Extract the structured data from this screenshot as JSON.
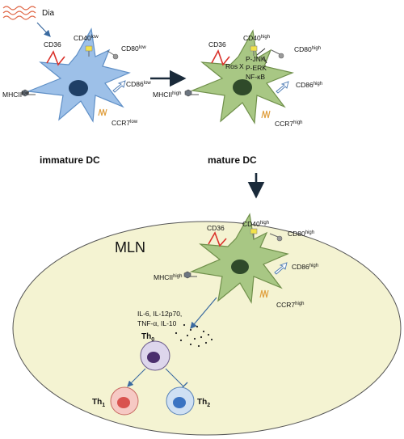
{
  "stimulus": {
    "label": "Dia",
    "wave_color": "#e06a4a"
  },
  "colors": {
    "immature_fill": "#9dc0e8",
    "immature_stroke": "#5f8fc6",
    "mature_fill": "#a8c784",
    "mature_stroke": "#6f8f4a",
    "nucleus": "#1f3f66",
    "mature_nucleus": "#2f4a2a",
    "mln_fill": "#f4f3d2",
    "mln_stroke": "#555555",
    "cd36": "#d9322b",
    "cd40": "#f2e24a",
    "ccr7": "#e0a040",
    "th0_fill": "#ddd6ec",
    "th0_nucleus": "#4b2f6e",
    "th1_fill": "#f6c9c4",
    "th1_nucleus": "#d9534f",
    "th2_fill": "#cfe0f3",
    "th2_nucleus": "#3a73c2"
  },
  "immature_dc": {
    "title": "immature DC",
    "cd36": "CD36",
    "cd40": "CD40",
    "cd40_sup": "low",
    "cd80": "CD80",
    "cd80_sup": "low",
    "cd86": "CD86",
    "cd86_sup": "low",
    "mhcii": "MHCII",
    "mhcii_sup": "low",
    "ccr7": "CCR7",
    "ccr7_sup": "low"
  },
  "mature_dc": {
    "title": "mature DC",
    "cd36": "CD36",
    "ros": "Ros",
    "cd40": "CD40",
    "cd40_sup": "high",
    "cd80": "CD80",
    "cd80_sup": "high",
    "cd86": "CD86",
    "cd86_sup": "high",
    "mhcii": "MHCII",
    "mhcii_sup": "high",
    "ccr7": "CCR7",
    "ccr7_sup": "high",
    "signaling": [
      "P-JNK",
      "P-ERK",
      "NF-κB"
    ]
  },
  "mln": {
    "label": "MLN",
    "dc": {
      "cd36": "CD36",
      "cd40": "CD40",
      "cd40_sup": "high",
      "cd80": "CD80",
      "cd80_sup": "high",
      "cd86": "CD86",
      "cd86_sup": "high",
      "mhcii": "MHCII",
      "mhcii_sup": "high",
      "ccr7": "CCR7",
      "ccr7_sup": "high"
    },
    "cytokines": [
      "IL-6, IL-12p70,",
      "TNF-α, IL-10"
    ],
    "th0": {
      "name": "Th",
      "sub": "0"
    },
    "th1": {
      "name": "Th",
      "sub": "1"
    },
    "th2": {
      "name": "Th",
      "sub": "2"
    }
  }
}
